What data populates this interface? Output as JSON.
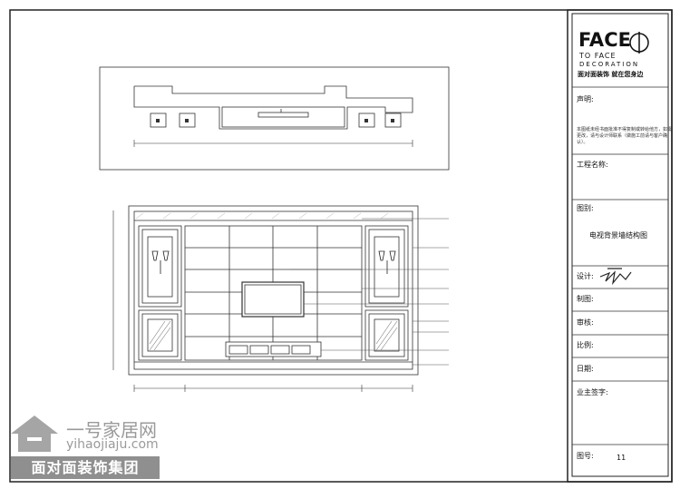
{
  "brand": {
    "name": "FACE",
    "subtitle": "TO FACE",
    "decoration": "DECORATION",
    "slogan_cn": "面对面装饰 就在您身边"
  },
  "title_block": {
    "declaration_label": "声明:",
    "declaration_text": "本图纸未经书面批准不得复制或转给他方，如需更改，请与设计师联系（做施工前请与客户确认）。",
    "project_name_label": "工程名称:",
    "drawing_label": "图别:",
    "drawing_title": "电视背景墙结构图",
    "design_label": "设计:",
    "drafting_label": "制图:",
    "review_label": "审核:",
    "scale_label": "比例:",
    "date_label": "日期:",
    "owner_sign_label": "业主签字:",
    "sheet_no_label": "图号:",
    "sheet_no": "11"
  },
  "watermark": {
    "site_cn": "一号家居网",
    "site_url": "yihaojiaju.com",
    "company": "面对面装饰集团"
  }
}
